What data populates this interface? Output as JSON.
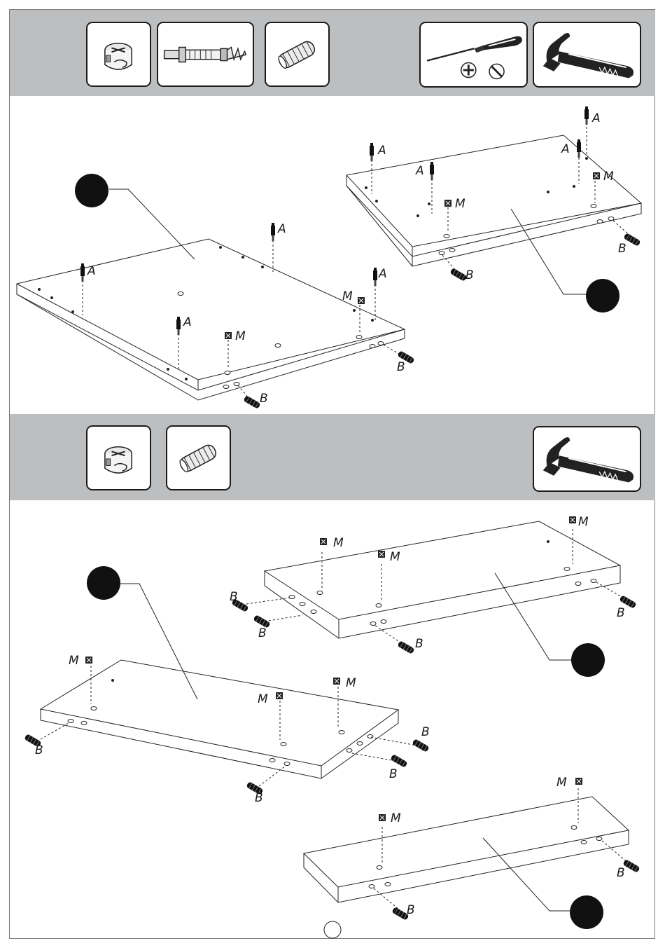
{
  "toolbar_top": {
    "items": [
      "cam-lock-icon",
      "cam-bolt-icon",
      "wooden-dowel-icon",
      "screwdriver-icon",
      "hammer-icon"
    ]
  },
  "toolbar_bottom": {
    "items": [
      "cam-lock-icon",
      "wooden-dowel-icon",
      "hammer-icon"
    ]
  },
  "parts": {
    "cam_bolt": "A",
    "dowel": "B",
    "cam_lock": "M"
  },
  "colors": {
    "band": "#bdbec0",
    "ink": "#1a1a1a"
  }
}
